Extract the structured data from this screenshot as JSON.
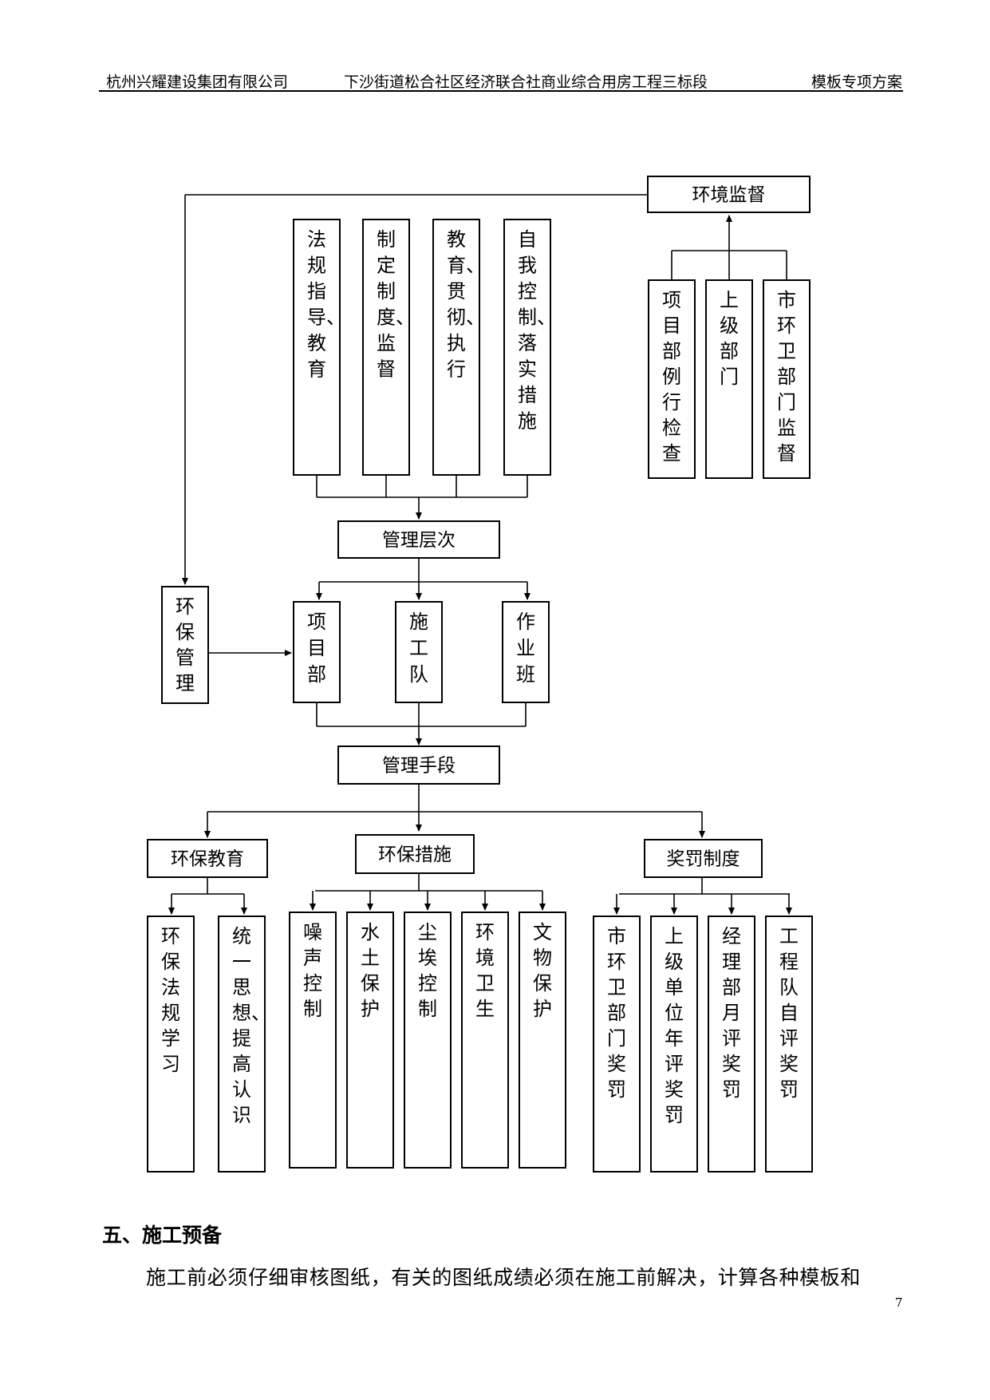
{
  "header": {
    "company": "杭州兴耀建设集团有限公司",
    "project": "下沙街道松合社区经济联合社商业综合用房工程三标段",
    "doc_title": "模板专项方案"
  },
  "diagram": {
    "top_items": [
      "法规指导、教育",
      "制定制度、监督",
      "教育、贯彻、执行",
      "自我控制、落实措施"
    ],
    "env_supervision": "环境监督",
    "supervision_items": [
      "项目部例行检查",
      "上级部门",
      "市环卫部门监督"
    ],
    "management_level": "管理层次",
    "env_management": "环保管理",
    "levels": [
      "项目部",
      "施工队",
      "作业班"
    ],
    "management_means": "管理手段",
    "means": [
      "环保教育",
      "环保措施",
      "奖罚制度"
    ],
    "education_items": [
      "环保法规学习",
      "统一思想、提高认识"
    ],
    "measure_items": [
      "噪声控制",
      "水土保护",
      "尘埃控制",
      "环境卫生",
      "文物保护"
    ],
    "reward_items": [
      "市环卫部门奖罚",
      "上级单位年评奖罚",
      "经理部月评奖罚",
      "工程队自评奖罚"
    ]
  },
  "section": {
    "title": "五、施工预备",
    "paragraph": "施工前必须仔细审核图纸，有关的图纸成绩必须在施工前解决，计算各种模板和"
  },
  "page_number": "7"
}
